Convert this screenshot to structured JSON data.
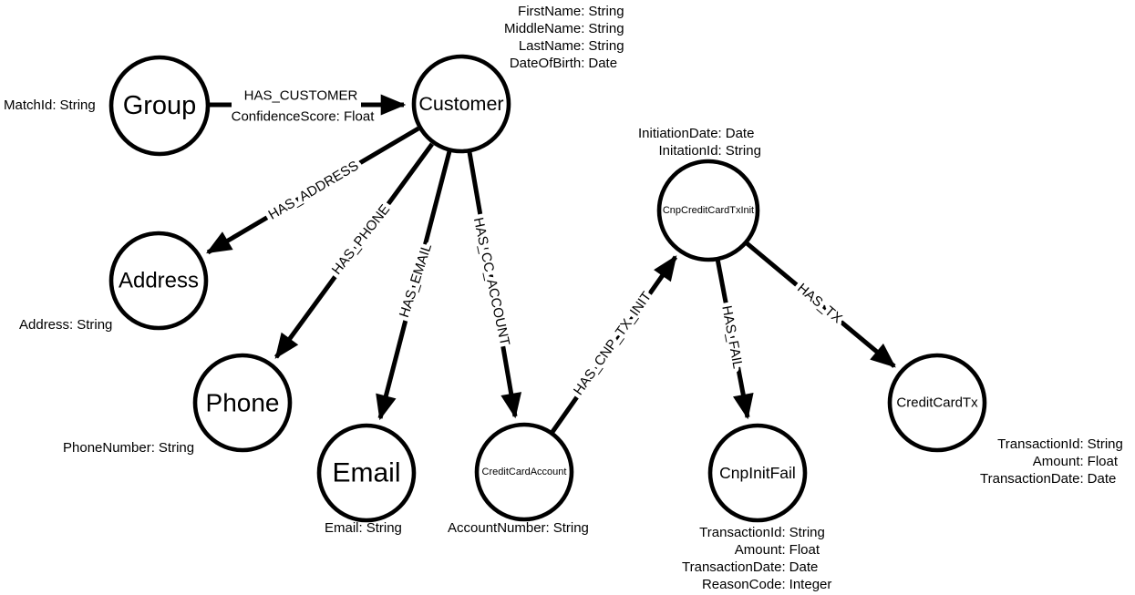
{
  "diagram": {
    "type": "graph-data-model",
    "colors": {
      "background": "#ffffff",
      "node_fill": "#ffffff",
      "node_stroke": "#000000",
      "edge": "#000000",
      "text": "#000000"
    },
    "nodes": [
      {
        "label": "Group",
        "properties": [
          {
            "name": "MatchId:",
            "type": "String"
          }
        ]
      },
      {
        "label": "Customer",
        "properties": [
          {
            "name": "FirstName:",
            "type": "String"
          },
          {
            "name": "MiddleName:",
            "type": "String"
          },
          {
            "name": "LastName:",
            "type": "String"
          },
          {
            "name": "DateOfBirth:",
            "type": "Date"
          }
        ]
      },
      {
        "label": "Address",
        "properties": [
          {
            "name": "Address:",
            "type": "String"
          }
        ]
      },
      {
        "label": "Phone",
        "properties": [
          {
            "name": "PhoneNumber:",
            "type": "String"
          }
        ]
      },
      {
        "label": "Email",
        "properties": [
          {
            "name": "Email:",
            "type": "String"
          }
        ]
      },
      {
        "label": "CreditCardAccount",
        "properties": [
          {
            "name": "AccountNumber:",
            "type": "String"
          }
        ]
      },
      {
        "label": "CnpCreditCardTxInit",
        "properties": [
          {
            "name": "InitiationDate:",
            "type": "Date"
          },
          {
            "name": "InitationId:",
            "type": "String"
          }
        ]
      },
      {
        "label": "CnpInitFail",
        "properties": [
          {
            "name": "TransactionId:",
            "type": "String"
          },
          {
            "name": "Amount:",
            "type": "Float"
          },
          {
            "name": "TransactionDate:",
            "type": "Date"
          },
          {
            "name": "ReasonCode:",
            "type": "Integer"
          }
        ]
      },
      {
        "label": "CreditCardTx",
        "properties": [
          {
            "name": "TransactionId:",
            "type": "String"
          },
          {
            "name": "Amount:",
            "type": "Float"
          },
          {
            "name": "TransactionDate:",
            "type": "Date"
          }
        ]
      }
    ],
    "edges": [
      {
        "label": "HAS_CUSTOMER",
        "property": "ConfidenceScore: Float",
        "from": "Group",
        "to": "Customer"
      },
      {
        "label": "HAS_ADDRESS",
        "from": "Customer",
        "to": "Address"
      },
      {
        "label": "HAS_PHONE",
        "from": "Customer",
        "to": "Phone"
      },
      {
        "label": "HAS_EMAIL",
        "from": "Customer",
        "to": "Email"
      },
      {
        "label": "HAS_CC_ACCOUNT",
        "from": "Customer",
        "to": "CreditCardAccount"
      },
      {
        "label": "HAS_CNP_TX_INIT",
        "from": "CreditCardAccount",
        "to": "CnpCreditCardTxInit"
      },
      {
        "label": "HAS_FAIL",
        "from": "CnpCreditCardTxInit",
        "to": "CnpInitFail"
      },
      {
        "label": "HAS_TX",
        "from": "CnpCreditCardTxInit",
        "to": "CreditCardTx"
      }
    ]
  }
}
